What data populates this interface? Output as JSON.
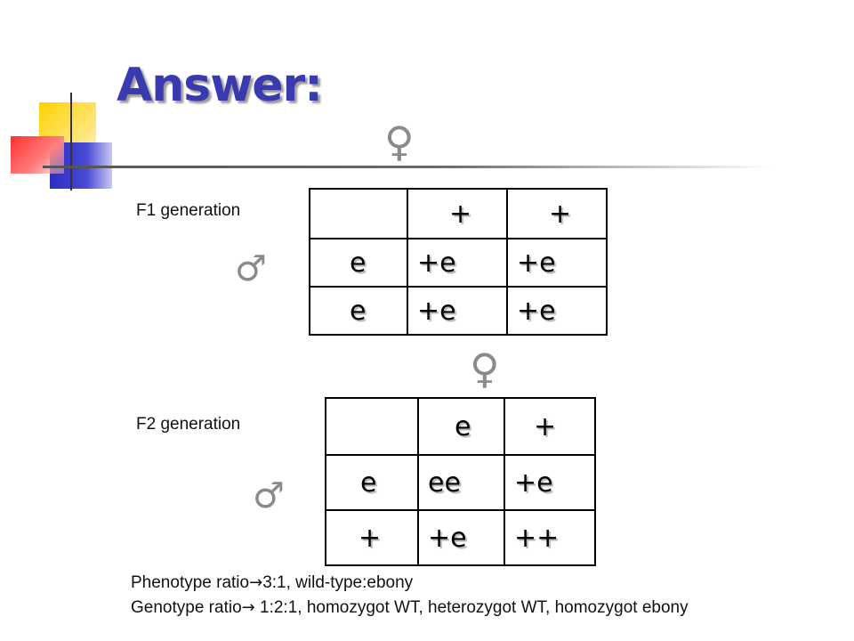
{
  "slide": {
    "title": "Answer:"
  },
  "symbols": {
    "female": "♀",
    "male": "♂"
  },
  "f1": {
    "label": "F1 generation",
    "header": [
      "",
      "+",
      "+"
    ],
    "rows": [
      [
        "e",
        "+e",
        "+e"
      ],
      [
        "e",
        "+e",
        "+e"
      ]
    ]
  },
  "f2": {
    "label": "F2 generation",
    "header": [
      "",
      "e",
      "+"
    ],
    "rows": [
      [
        "e",
        "ee",
        "+e"
      ],
      [
        "+",
        "+e",
        "++"
      ]
    ]
  },
  "ratios": {
    "arrow": "→",
    "phenotype_label": "Phenotype ratio",
    "phenotype_value": "3:1, wild-type:ebony",
    "genotype_label": "Genotype ratio",
    "genotype_value": " 1:2:1, homozygot WT, heterozygot WT, homozygot ebony"
  },
  "colors": {
    "title": "#3a3ab0",
    "deco_yellow": "#ffd200",
    "deco_blue": "#3434c8",
    "deco_red": "#ff4040"
  }
}
